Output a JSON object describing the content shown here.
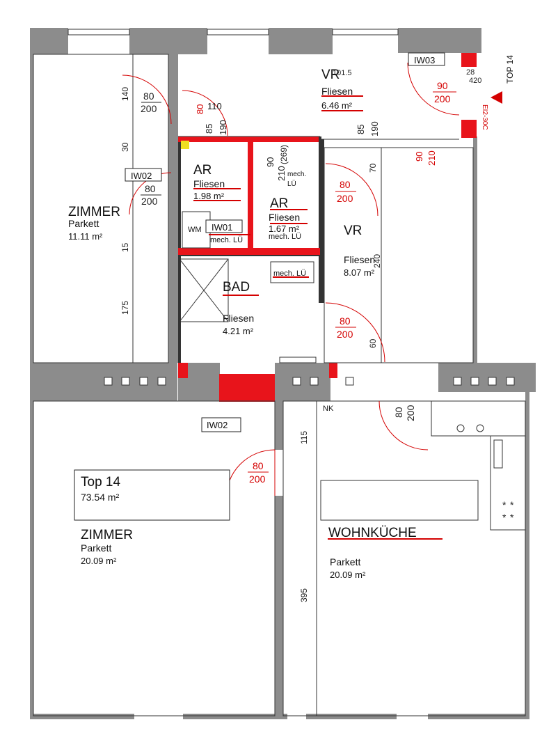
{
  "apartment": {
    "label": "Top 14",
    "area": "73.54 m²",
    "marker": "TOP 14"
  },
  "rooms": [
    {
      "id": "zimmer-small",
      "name": "ZIMMER",
      "floor": "Parkett",
      "area": "11.11 m²"
    },
    {
      "id": "vr-top",
      "name": "VR",
      "floor": "Fliesen",
      "area": "6.46 m²"
    },
    {
      "id": "ar-1",
      "name": "AR",
      "floor": "Fliesen",
      "area": "1.98 m²"
    },
    {
      "id": "ar-2",
      "name": "AR",
      "floor": "Fliesen",
      "area": "1.67 m²"
    },
    {
      "id": "vr-mid",
      "name": "VR",
      "floor": "Fliesen",
      "area": "8.07 m²"
    },
    {
      "id": "bad",
      "name": "BAD",
      "floor": "Fliesen",
      "area": "4.21 m²"
    },
    {
      "id": "zimmer-large",
      "name": "ZIMMER",
      "floor": "Parkett",
      "area": "20.09 m²"
    },
    {
      "id": "wohnkueche",
      "name": "WOHNKÜCHE",
      "floor": "Parkett",
      "area": "20.09 m²"
    }
  ],
  "tags": {
    "iw01": "IW01",
    "iw02a": "IW02",
    "iw02b": "IW02",
    "iw03": "IW03",
    "wm": "WM",
    "nk": "NK",
    "ei30": "EI2-30C"
  },
  "vents": {
    "v1": "mech. LÜ",
    "v2": "mech. LÜ",
    "v3": "mech.",
    "v4": "LÜ",
    "v5": "mech. LÜ"
  },
  "door_dims": {
    "d1w": "80",
    "d1h": "200",
    "d2w": "80",
    "d2h": "200",
    "d3w": "80",
    "d3h": "110",
    "d4w": "90",
    "d4h": "200",
    "d5w": "80",
    "d5h": "200",
    "d6w": "80",
    "d6h": "200",
    "d7w": "80",
    "d7h": "200",
    "d8w": "80",
    "d8h": "200"
  },
  "dims": {
    "a140": "140",
    "a30": "30",
    "a15": "15",
    "a175": "175",
    "a85a": "85",
    "a190a": "190",
    "a85b": "85",
    "a190b": "190",
    "a90": "90",
    "a210a": "210",
    "a269": "(269)",
    "a90r": "90",
    "a210b": "210",
    "a70": "70",
    "a60": "60",
    "a115": "115",
    "a395": "395",
    "a1015": "101.5",
    "a28": "28",
    "a420": "420",
    "a240": "240"
  }
}
